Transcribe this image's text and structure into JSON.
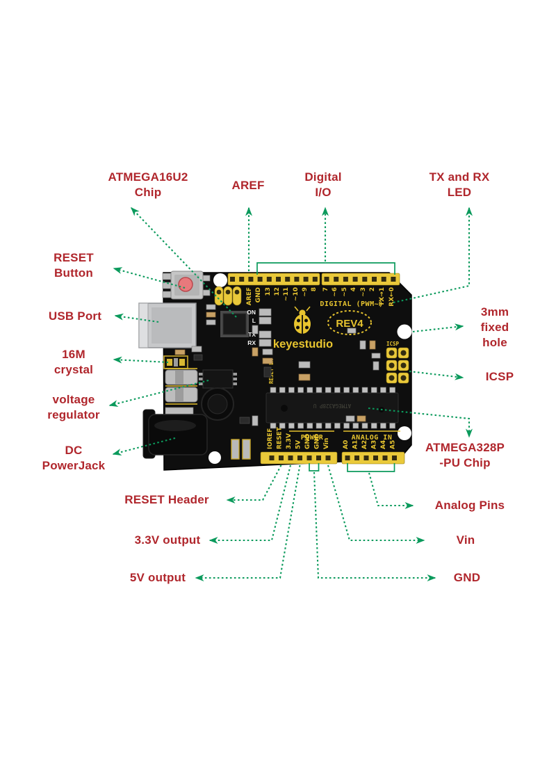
{
  "colors": {
    "label": "#b0262c",
    "arrow": "#0b9a5c",
    "silk": "#e7c42f",
    "header": "#eac93a",
    "board": "#0e0e0e"
  },
  "labels": {
    "atmega16u2": "ATMEGA16U2\nChip",
    "aref": "AREF",
    "digital_io": "Digital\nI/O",
    "tx_rx_led": "TX and RX\nLED",
    "reset_button": "RESET\nButton",
    "usb_port": "USB Port",
    "crystal": "16M\ncrystal",
    "voltage_regulator": "voltage\nregulator",
    "dc_powerjack": "DC\nPowerJack",
    "fixed_hole": "3mm\nfixed\nhole",
    "icsp": "ICSP",
    "atmega328p": "ATMEGA328P\n-PU Chip",
    "reset_header": "RESET Header",
    "analog_pins": "Analog Pins",
    "v33_output": "3.3V output",
    "vin": "Vin",
    "v5_output": "5V output",
    "gnd": "GND"
  },
  "board": {
    "brand": "keyestudio",
    "revision": "REV4",
    "digital_caption": "DIGITAL (PWM~)",
    "power_caption": "POWER",
    "analog_caption": "ANALOG IN",
    "icsp_caption": "ICSP",
    "reset_en_silk": "RESET EN",
    "chip_print": "ATMEGA328P U",
    "led_labels": [
      "ON",
      "L",
      "TX",
      "RX"
    ],
    "top_pins_left": [
      "AREF",
      "GND",
      "13",
      "12",
      "~11",
      "~10",
      "~9",
      "8"
    ],
    "top_pins_right": [
      "7",
      "~6",
      "~5",
      "4",
      "~3",
      "2",
      "TX→1",
      "RX←0"
    ],
    "power_pins": [
      "IOREF",
      "RESET",
      "3.3V",
      "5V",
      "GND",
      "GND",
      "Vin"
    ],
    "analog_pins": [
      "A0",
      "A1",
      "A2",
      "A3",
      "A4",
      "A5"
    ]
  }
}
